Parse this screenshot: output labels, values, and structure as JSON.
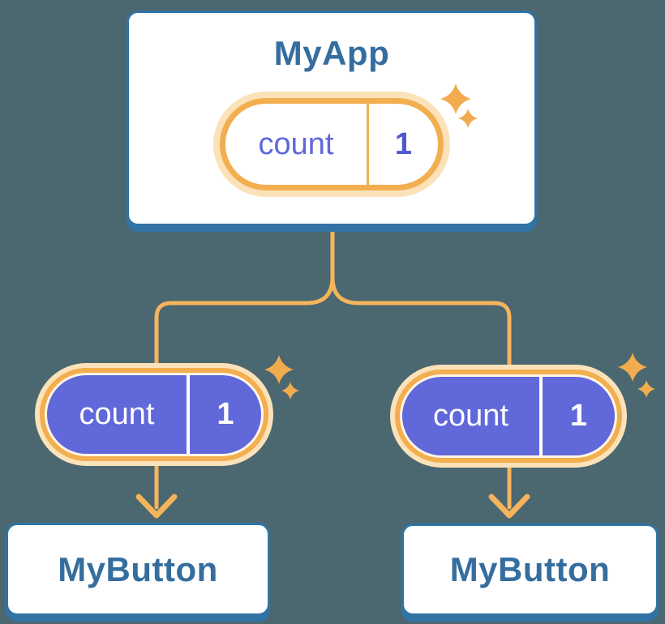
{
  "diagram": {
    "background_color": "#4B6770",
    "colors": {
      "card_bg": "#FFFFFF",
      "card_border": "#3173A5",
      "title_text": "#356E9E",
      "line": "#F5B45C",
      "ring": "#F2AE4F",
      "glow": "#FBE2B9",
      "inner_gap": "#FFF6E6",
      "state_purple": "#6168D9",
      "state_value_purple": "#4F57CE",
      "state_text_light": "#FFFFFF",
      "sparkle": "#F2AC4D"
    },
    "root": {
      "title": "MyApp",
      "state": {
        "name": "count",
        "value": "1"
      }
    },
    "children": [
      {
        "title": "MyButton",
        "state": {
          "name": "count",
          "value": "1"
        }
      },
      {
        "title": "MyButton",
        "state": {
          "name": "count",
          "value": "1"
        }
      }
    ]
  }
}
